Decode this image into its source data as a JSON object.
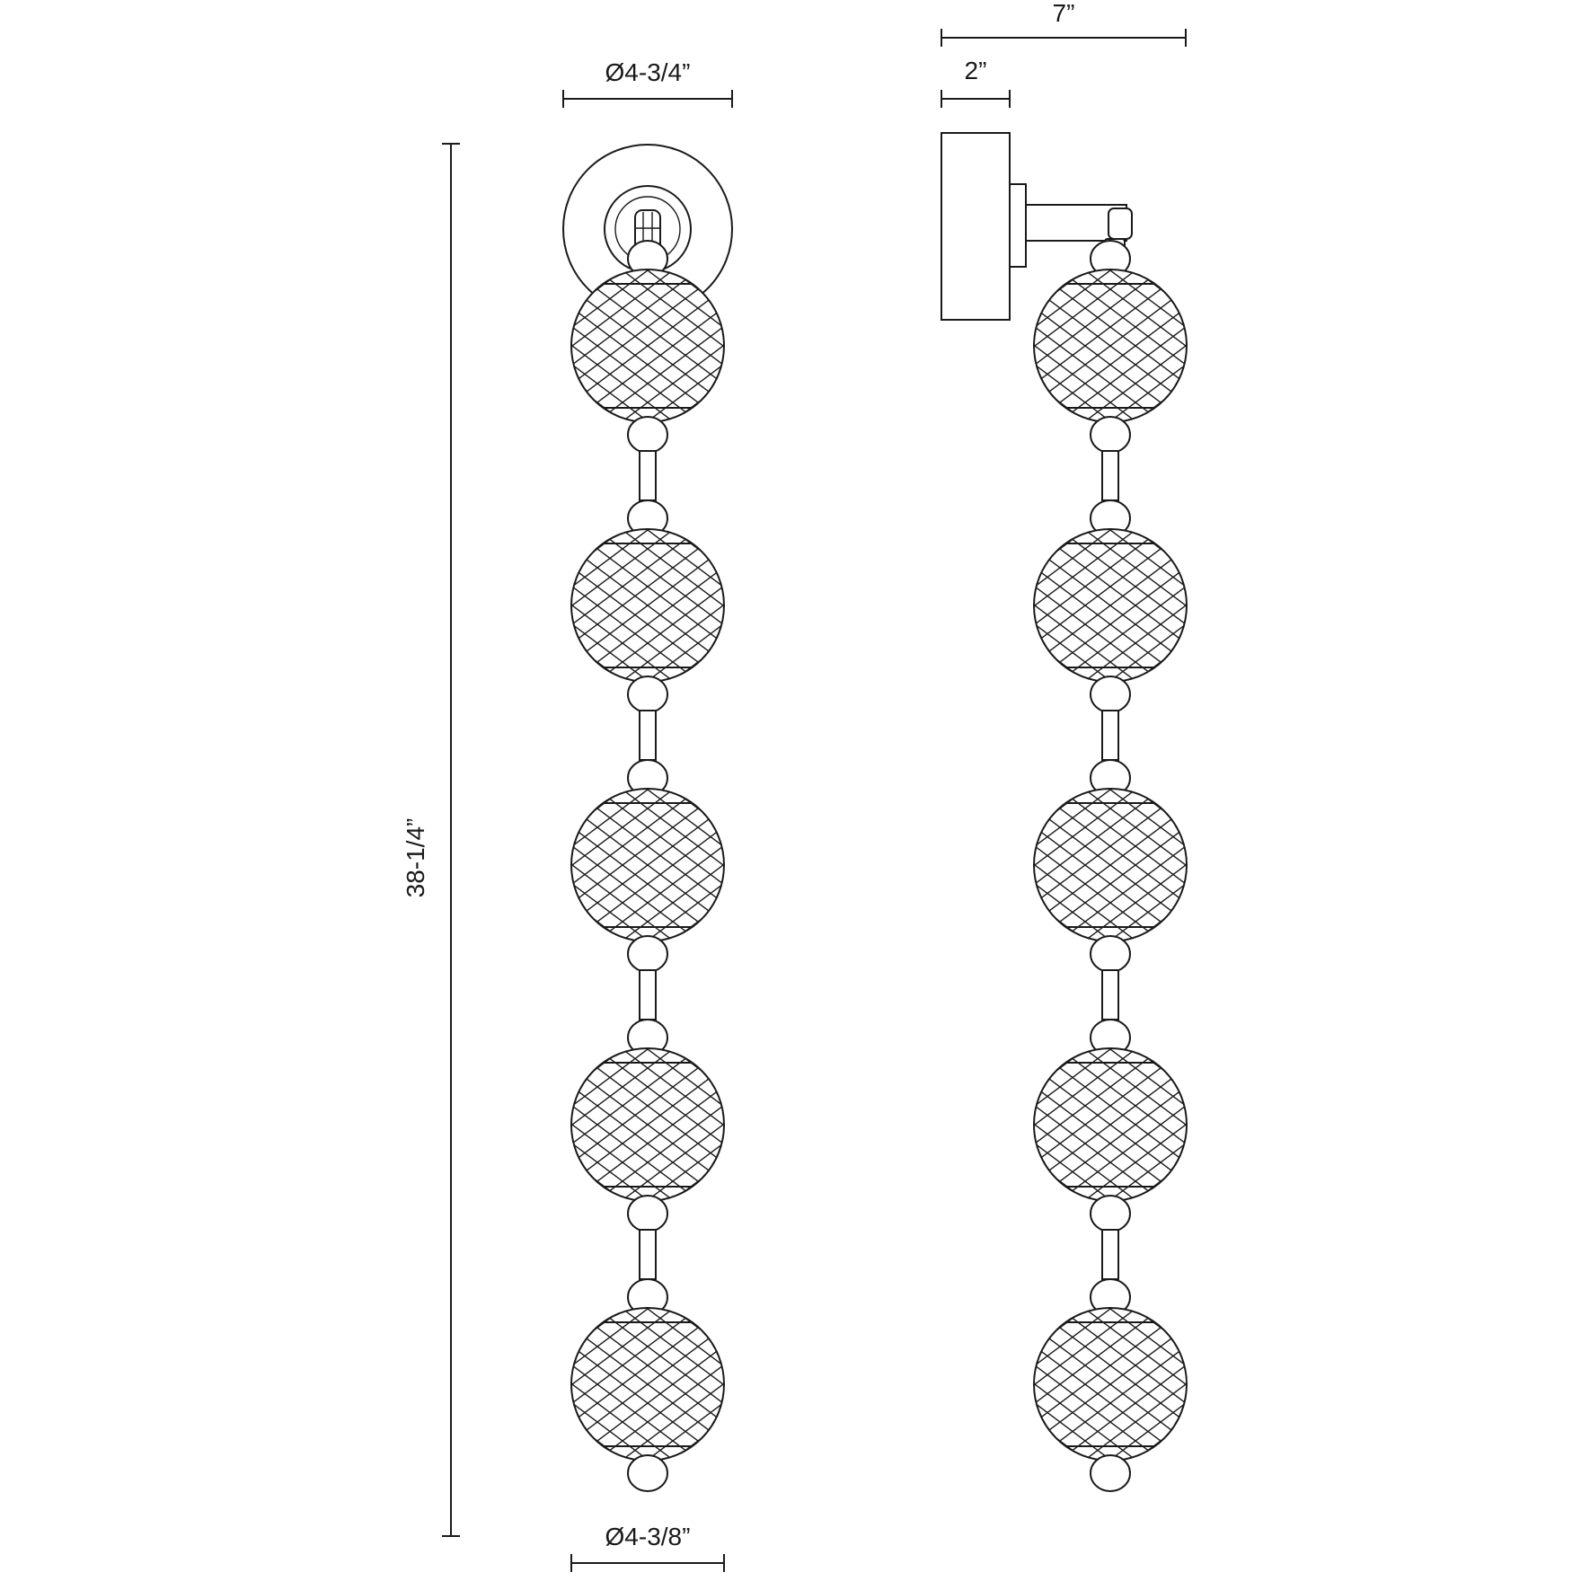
{
  "dimensions": {
    "backplate_diameter": "Ø4-3/4”",
    "globe_diameter": "Ø4-3/8”",
    "overall_height": "38-1/4”",
    "overall_extension": "7”",
    "backplate_depth": "2”"
  },
  "globe_count_per_view": 5,
  "colors": {
    "line": "#1a1a1a",
    "background": "#ffffff"
  }
}
